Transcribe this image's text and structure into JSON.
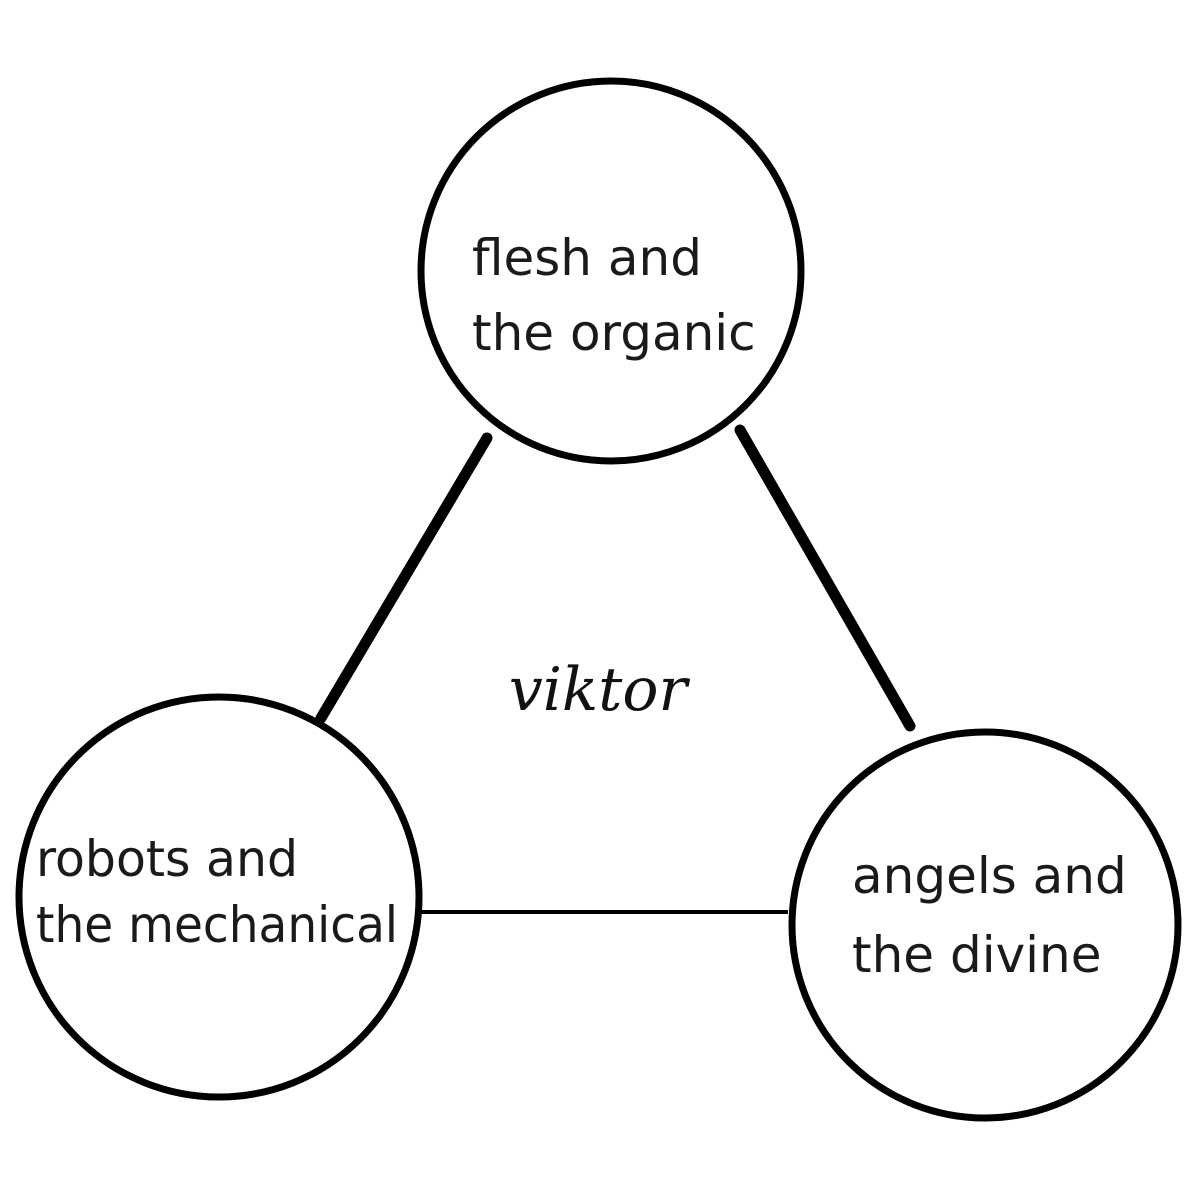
{
  "diagram": {
    "center_label": "viktor",
    "nodes": {
      "top": {
        "line1": "flesh and",
        "line2": "the organic"
      },
      "left": {
        "line1": "robots and",
        "line2": "the mechanical"
      },
      "right": {
        "line1": "angels and",
        "line2": "the divine"
      }
    },
    "colors": {
      "stroke": "#000000",
      "text": "#1a1a1a",
      "background": "#ffffff"
    }
  }
}
